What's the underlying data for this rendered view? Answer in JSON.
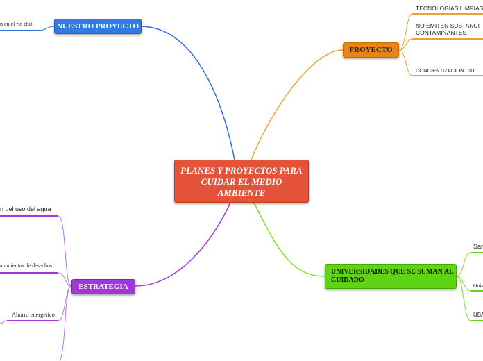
{
  "central": {
    "label": "PLANES Y PROYECTOS PARA CUIDAR EL MEDIO AMBIENTE"
  },
  "branches": {
    "nuestro_proyecto": {
      "label": "NUESTRO PROYECTO",
      "children": [
        "n en el rio chili"
      ]
    },
    "proyecto": {
      "label": "PROYECTO",
      "children": [
        "TECNOLOGIAS LIMPIAS",
        "NO EMITEN SUSTANCI",
        "CONTAMINANTES",
        "CONCIENTIZACION  CIU"
      ]
    },
    "estrategia": {
      "label": "ESTRATEGIA",
      "children": [
        "n del uso del agua",
        "atamientos de desechos",
        "Ahorro energetico"
      ]
    },
    "universidades": {
      "label": "UNIVERSIDADES QUE SE SUMAN AL CUIDADO",
      "children": [
        "San",
        "Univ",
        "UBA"
      ]
    }
  },
  "colors": {
    "central": "#e5523a",
    "blue": "#2f7ce6",
    "orange": "#e88418",
    "purple": "#a236d8",
    "green": "#5fd414"
  }
}
